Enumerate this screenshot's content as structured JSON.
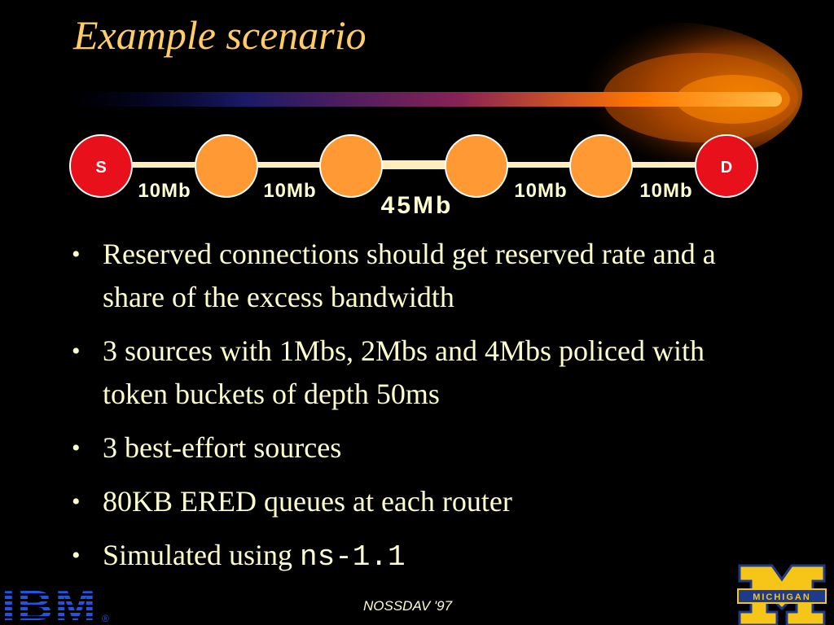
{
  "slide": {
    "title": "Example scenario",
    "footer": "NOSSDAV '97"
  },
  "topology": {
    "source_label": "S",
    "destination_label": "D",
    "link_labels": [
      "10Mb",
      "10Mb",
      "45Mb",
      "10Mb",
      "10Mb"
    ],
    "colors": {
      "endpoint": "#e8101a",
      "router": "#ff9933",
      "link": "#ffeebb",
      "link_label": "#ffffcc"
    }
  },
  "bullets": [
    {
      "text": "Reserved connections should get reserved rate and a share of the excess bandwidth"
    },
    {
      "text": "3 sources with 1Mbs, 2Mbs and 4Mbs policed with token buckets of depth 50ms"
    },
    {
      "text": "3 best-effort sources"
    },
    {
      "text": "80KB ERED queues at each router"
    },
    {
      "text": "Simulated using ",
      "code": "ns-1.1"
    }
  ],
  "logos": {
    "ibm": {
      "text": "IBM",
      "mark": "®",
      "color": "#2255dd"
    },
    "michigan": {
      "text": "MICHIGAN",
      "letter": "M",
      "colors": {
        "maize": "#f5c518",
        "blue": "#1e3a8a"
      }
    }
  },
  "colors": {
    "background": "#000000",
    "title": "#ffcc66",
    "body_text": "#ffffcc",
    "comet": "#ff9900"
  }
}
